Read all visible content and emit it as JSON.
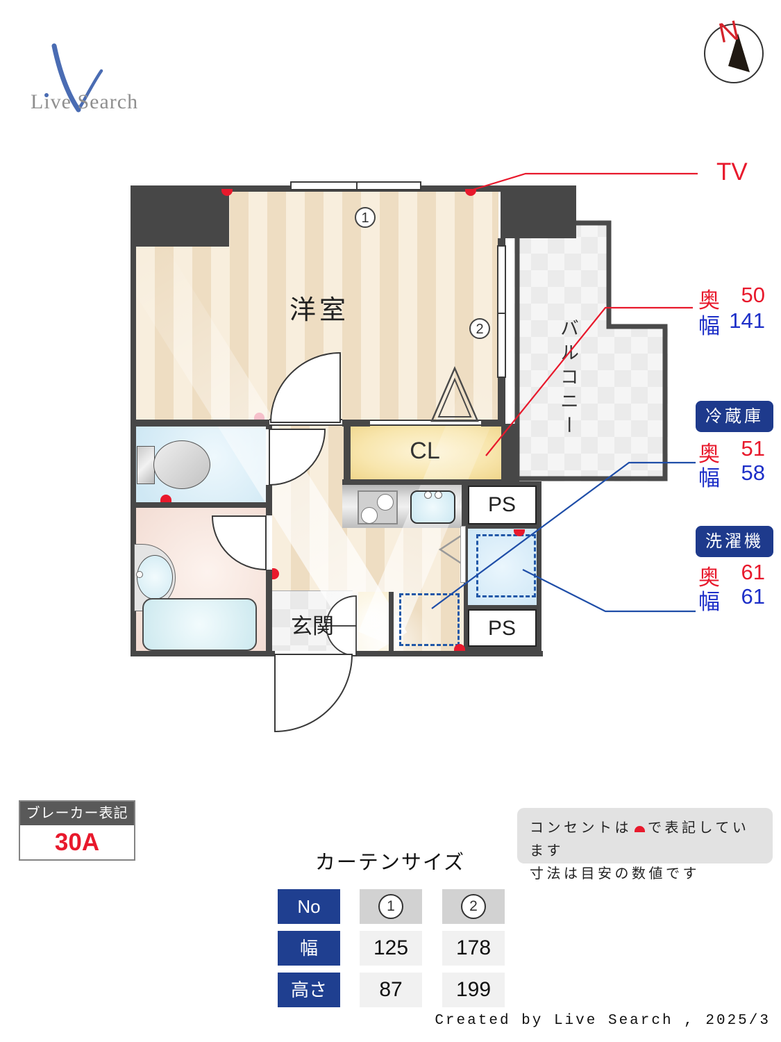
{
  "logo": {
    "text": "Live Search"
  },
  "compass": {
    "north": "N"
  },
  "rooms": {
    "main": "洋室",
    "balcony": "バルコニー",
    "closet": "CL",
    "entrance": "玄関",
    "ps": "PS"
  },
  "markers": {
    "m1": "1",
    "m2": "2"
  },
  "meas": {
    "tv": "TV",
    "win_depth_label": "奥",
    "win_depth": "50",
    "win_width_label": "幅",
    "win_width": "141",
    "fridge_title": "冷蔵庫",
    "fridge_depth_label": "奥",
    "fridge_depth": "51",
    "fridge_width_label": "幅",
    "fridge_width": "58",
    "washer_title": "洗濯機",
    "washer_depth_label": "奥",
    "washer_depth": "61",
    "washer_width_label": "幅",
    "washer_width": "61"
  },
  "breaker": {
    "title": "ブレーカー表記",
    "value": "30A"
  },
  "curtain_table": {
    "title": "カーテンサイズ",
    "no_label": "No",
    "width_label": "幅",
    "height_label": "高さ",
    "m1": "1",
    "m2": "2",
    "width1": "125",
    "width2": "178",
    "height1": "87",
    "height2": "199"
  },
  "note": {
    "line1a": "コンセントは",
    "line1b": "で表記しています",
    "line2": "寸法は目安の数値です"
  },
  "credit": {
    "text": "Created by Live Search , 2025/3"
  },
  "colors": {
    "accent_red": "#e8192c",
    "accent_blue": "#1d2fc8",
    "badge_navy": "#1e3a8c",
    "wall": "#474747"
  }
}
